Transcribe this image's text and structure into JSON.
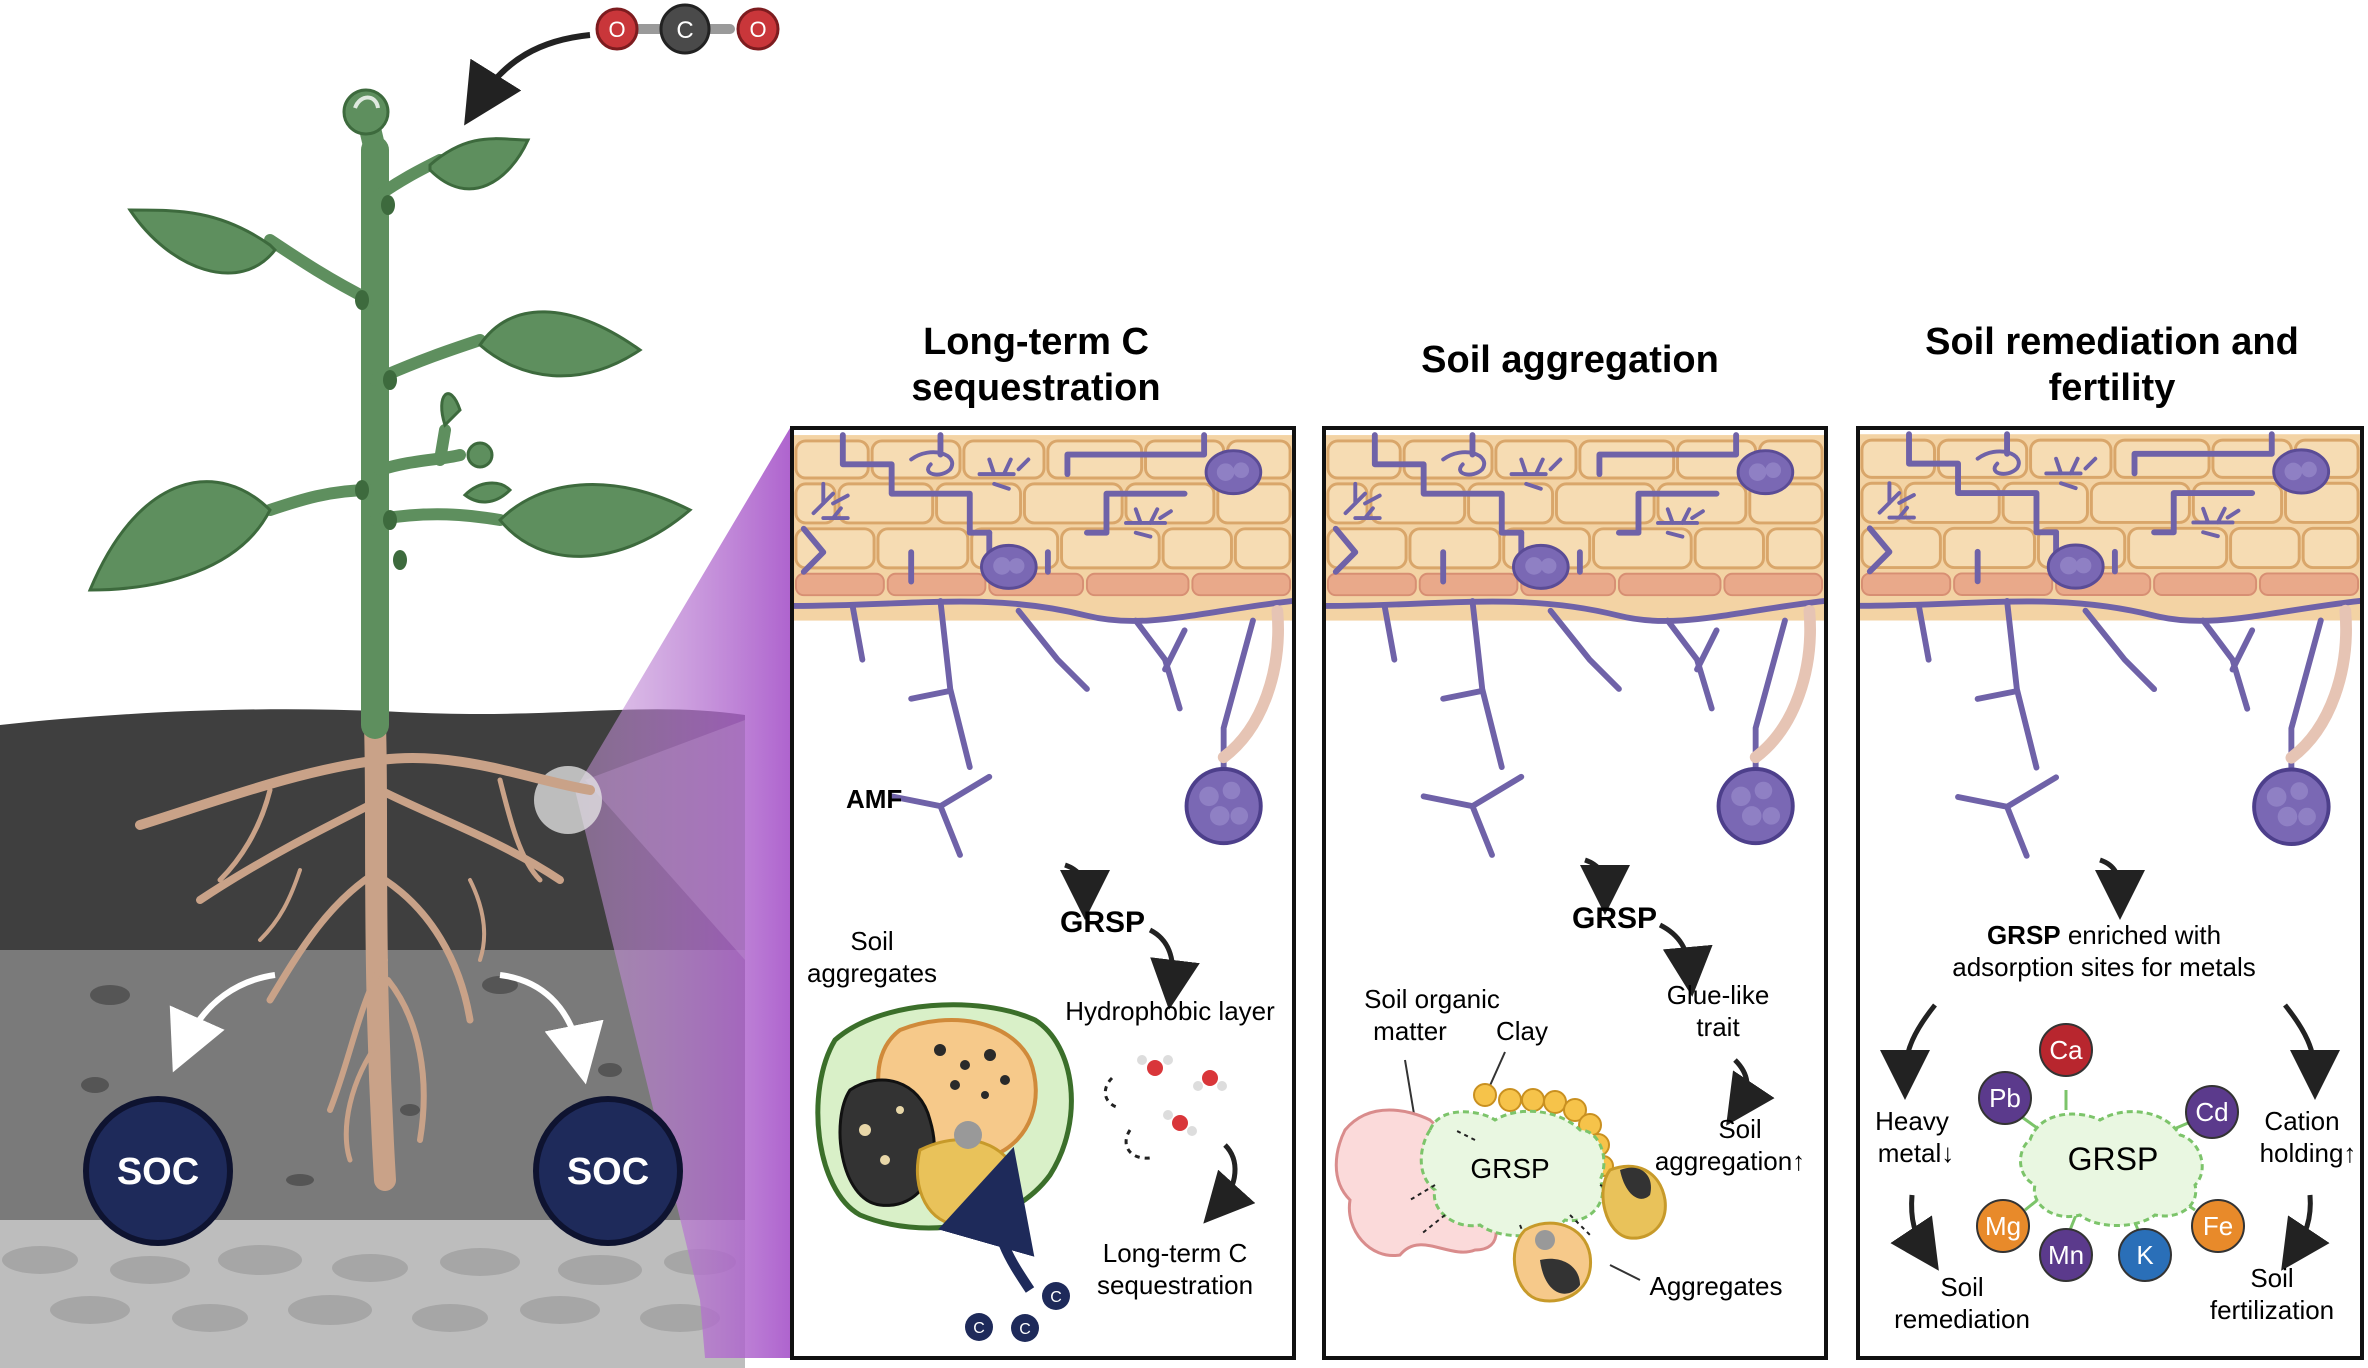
{
  "co2": {
    "left_atom": "O",
    "center_atom": "C",
    "right_atom": "O"
  },
  "soc": {
    "left_label": "SOC",
    "right_label": "SOC"
  },
  "panels": [
    {
      "title_line1": "Long-term C",
      "title_line2": "sequestration",
      "amf_label": "AMF",
      "grsp_label": "GRSP",
      "aggregates_line1": "Soil",
      "aggregates_line2": "aggregates",
      "hydrophobic_label": "Hydrophobic layer",
      "outcome_line1": "Long-term C",
      "outcome_line2": "sequestration",
      "carbon_symbol": "C"
    },
    {
      "title": "Soil aggregation",
      "grsp_label": "GRSP",
      "glue_line1": "Glue-like",
      "glue_line2": "trait",
      "som_line1": "Soil organic",
      "som_line2": "matter",
      "clay_label": "Clay",
      "grsp_cloud_label": "GRSP",
      "aggregation_line1": "Soil",
      "aggregation_line2": "aggregation↑",
      "aggregates_label": "Aggregates"
    },
    {
      "title_line1": "Soil remediation and",
      "title_line2": "fertility",
      "grsp_bold": "GRSP",
      "grsp_rest": " enriched with",
      "adsorption_line": "adsorption sites for metals",
      "heavy_line1": "Heavy",
      "heavy_line2": "metal↓",
      "cation_line1": "Cation",
      "cation_line2": "holding↑",
      "grsp_cloud_label": "GRSP",
      "remediation_line1": "Soil",
      "remediation_line2": "remediation",
      "fertilization_line1": "Soil",
      "fertilization_line2": "fertilization",
      "metals": [
        {
          "symbol": "Ca",
          "color": "#b8262e"
        },
        {
          "symbol": "Pb",
          "color": "#5b3a8c"
        },
        {
          "symbol": "Cd",
          "color": "#5b3a8c"
        },
        {
          "symbol": "Mg",
          "color": "#e88a2a"
        },
        {
          "symbol": "Mn",
          "color": "#5b3a8c"
        },
        {
          "symbol": "K",
          "color": "#2a6fb8"
        },
        {
          "symbol": "Fe",
          "color": "#e88a2a"
        }
      ]
    }
  ],
  "colors": {
    "plant_green": "#5e8f5e",
    "root_tan": "#c9a288",
    "hyphae_purple": "#6f62a8",
    "soc_navy": "#1e2a5a",
    "cell_fill": "#f3d3a4",
    "grsp_cloud": "#e9f7e1",
    "magenta_wedge": "#b46ad0"
  }
}
